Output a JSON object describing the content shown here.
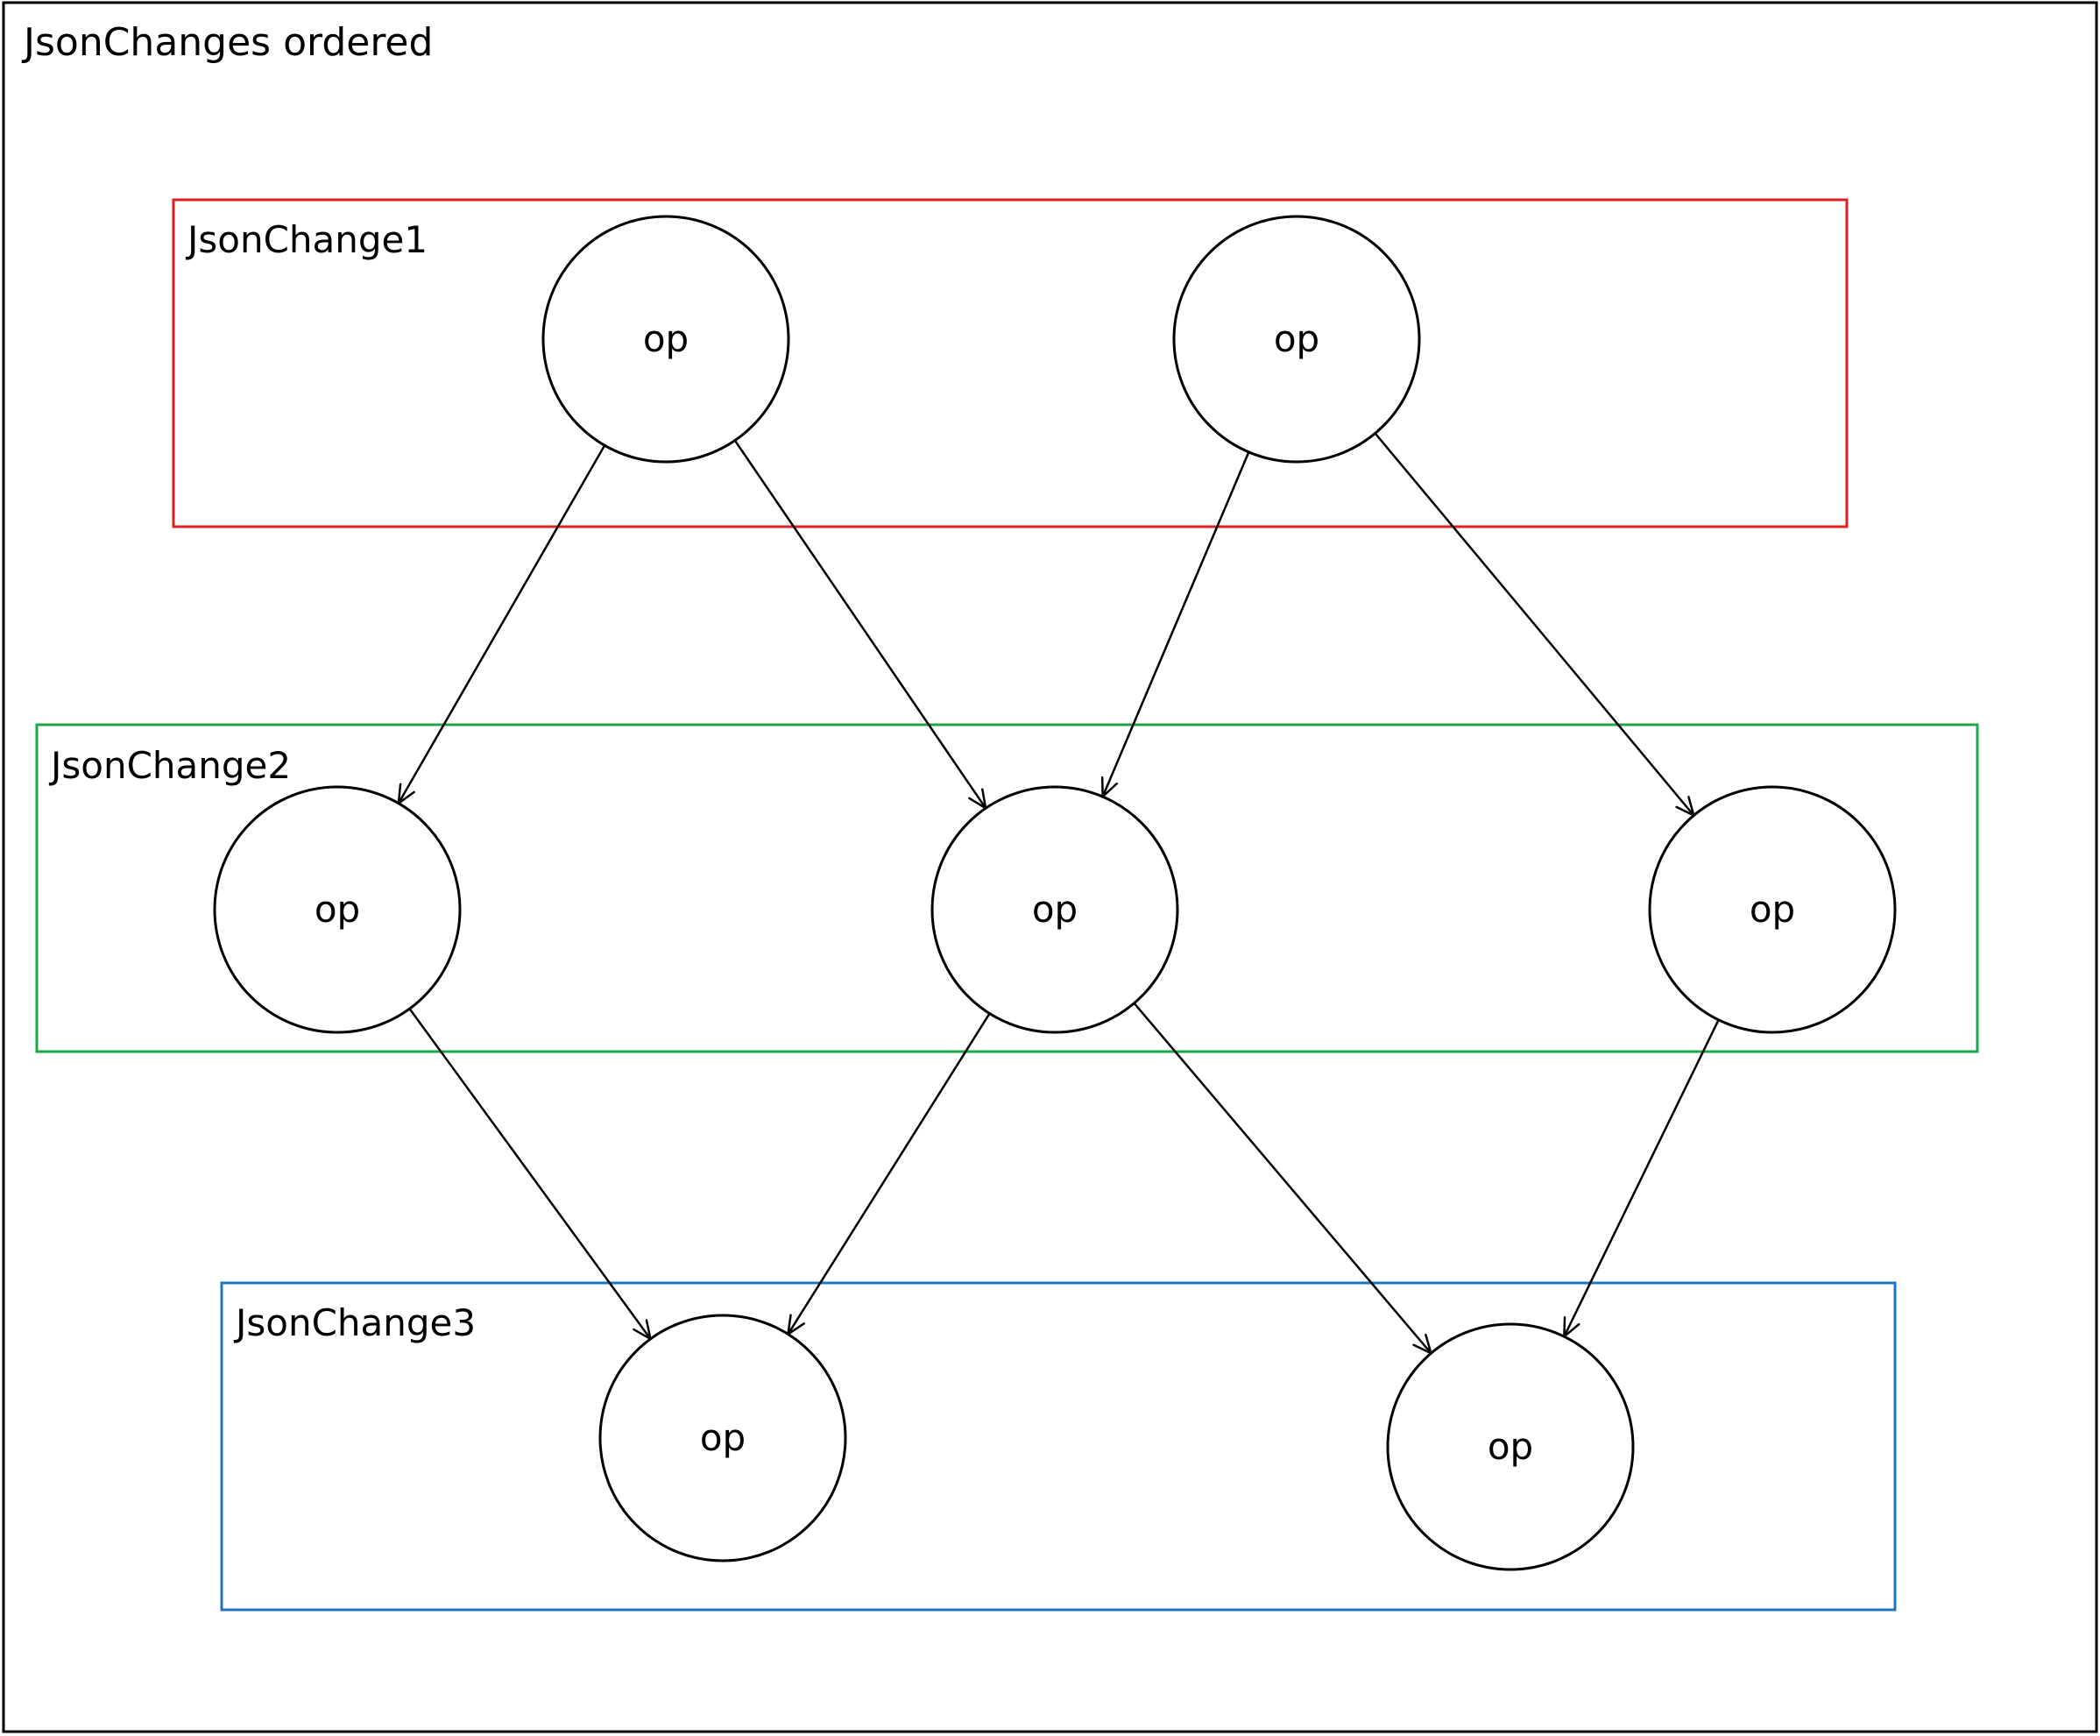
{
  "diagram": {
    "title": "JsonChanges ordered",
    "groups": [
      {
        "id": "g1",
        "label": "JsonChange1",
        "color": "#e02020"
      },
      {
        "id": "g2",
        "label": "JsonChange2",
        "color": "#1fa64a"
      },
      {
        "id": "g3",
        "label": "JsonChange3",
        "color": "#1f74c4"
      }
    ],
    "nodes": [
      {
        "id": "n1a",
        "group": "g1",
        "label": "op"
      },
      {
        "id": "n1b",
        "group": "g1",
        "label": "op"
      },
      {
        "id": "n2a",
        "group": "g2",
        "label": "op"
      },
      {
        "id": "n2b",
        "group": "g2",
        "label": "op"
      },
      {
        "id": "n2c",
        "group": "g2",
        "label": "op"
      },
      {
        "id": "n3a",
        "group": "g3",
        "label": "op"
      },
      {
        "id": "n3b",
        "group": "g3",
        "label": "op"
      }
    ],
    "edges": [
      {
        "from": "n1a",
        "to": "n2a"
      },
      {
        "from": "n1a",
        "to": "n2b"
      },
      {
        "from": "n1b",
        "to": "n2b"
      },
      {
        "from": "n1b",
        "to": "n2c"
      },
      {
        "from": "n2a",
        "to": "n3a"
      },
      {
        "from": "n2b",
        "to": "n3a"
      },
      {
        "from": "n2b",
        "to": "n3b"
      },
      {
        "from": "n2c",
        "to": "n3b"
      }
    ]
  }
}
